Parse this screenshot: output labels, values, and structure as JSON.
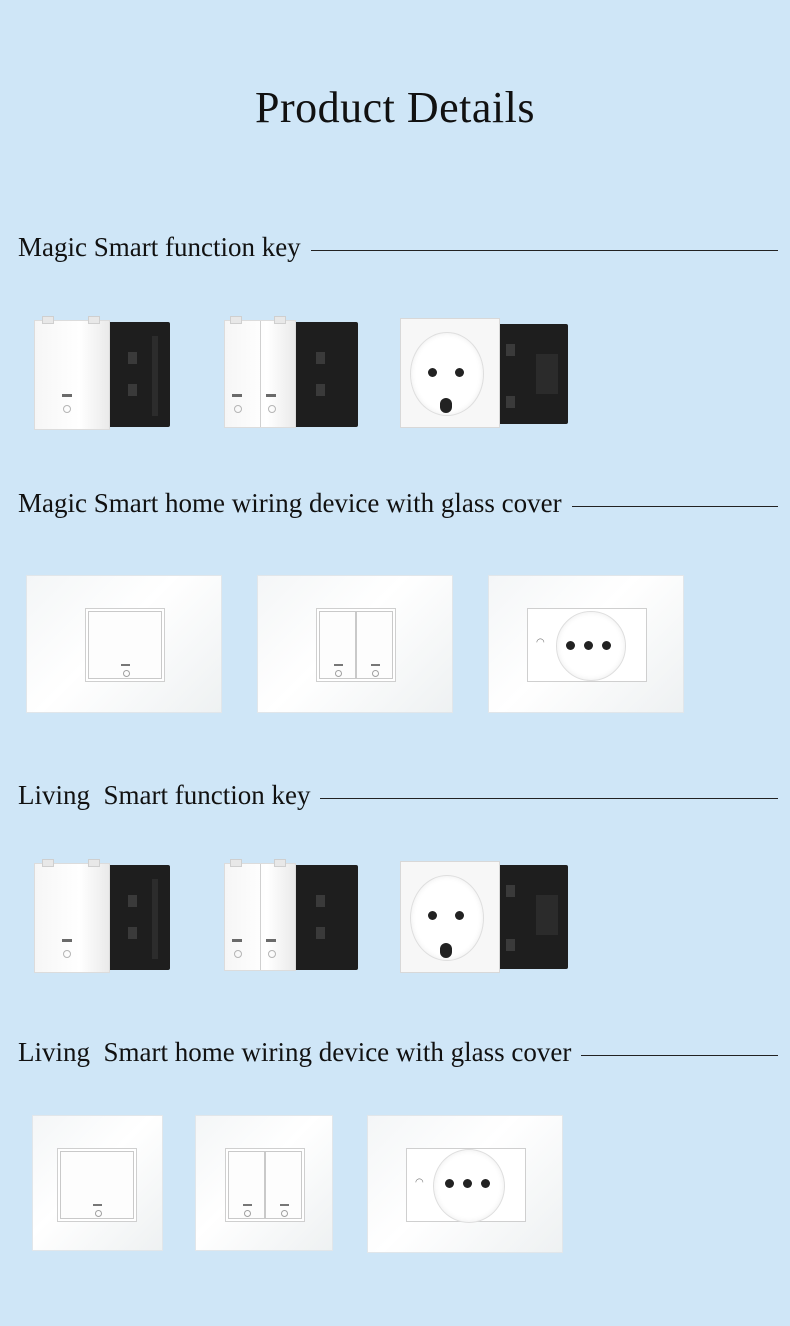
{
  "page_title": "Product Details",
  "sections": [
    {
      "heading": "Magic Smart function key",
      "products": [
        "single-key-module",
        "double-key-module",
        "socket-module"
      ]
    },
    {
      "heading": "Magic Smart home wiring device with glass cover",
      "products": [
        "single-key-glass-panel",
        "double-key-glass-panel",
        "socket-glass-panel"
      ]
    },
    {
      "heading": "Living  Smart function key",
      "products": [
        "single-key-module",
        "double-key-module",
        "socket-module"
      ]
    },
    {
      "heading": "Living  Smart home wiring device with glass cover",
      "products": [
        "single-key-glass-panel",
        "double-key-glass-panel",
        "socket-glass-panel"
      ]
    }
  ],
  "colors": {
    "background": "#cfe6f7",
    "module_body": "#1e1e1e",
    "face": "#ffffff"
  }
}
